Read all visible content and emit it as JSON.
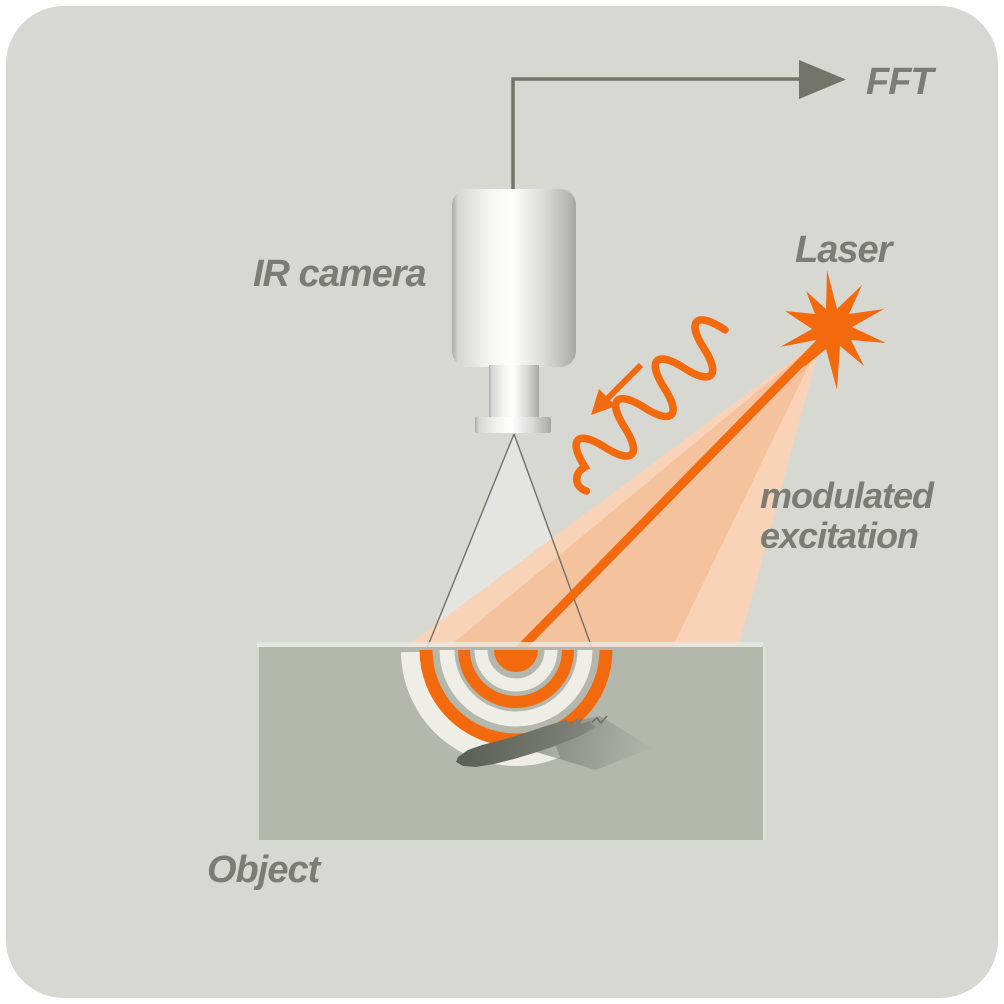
{
  "title": "Lock-in thermography principle diagram",
  "labels": {
    "fft": "FFT",
    "ir_camera": "IR camera",
    "laser": "Laser",
    "modulated_line1": "modulated",
    "modulated_line2": "excitation",
    "object": "Object"
  },
  "icons": {
    "fft_arrow": "right-arrow",
    "laser_starburst": "starburst-flash",
    "modulation_wave": "sine-wave-arrow",
    "thermal_waves": "concentric-half-rings",
    "defect": "crack-shadow"
  },
  "colors": {
    "page_background": "#ffffff",
    "panel_background": "#d8d8d3",
    "label_gray": "#7b7c73",
    "wire_gray": "#72746a",
    "accent_orange": "#f2690e",
    "beam_glow_outer": "#f8d3b8",
    "beam_glow_inner": "#f5c29e",
    "object_gray": "#b4b7ac",
    "ring_cream": "#eeeee7",
    "crack_dark": "#5d6057",
    "crack_light": "#8b8e84",
    "camera_metal_light": "#ffffff",
    "camera_metal_dark": "#a5a5a1"
  }
}
